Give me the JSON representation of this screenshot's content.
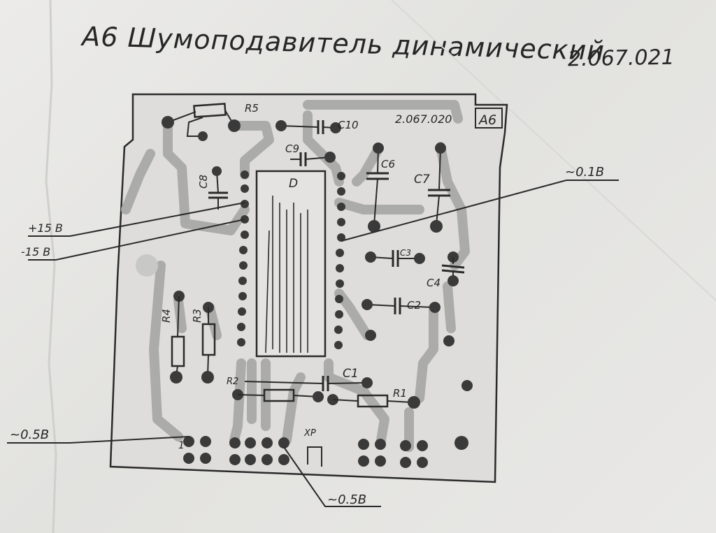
{
  "title": {
    "text": "А6  Шумоподавитель динамический",
    "code": "2.067.021"
  },
  "board": {
    "code": "2.067.020",
    "tag": "А6",
    "chip": "D",
    "connector": "XP",
    "pin1": "1"
  },
  "components": {
    "R1": "R1",
    "R2": "R2",
    "R3": "R3",
    "R4": "R4",
    "R5": "R5",
    "C1": "C1",
    "C2": "C2",
    "C3": "C3",
    "C4": "C4",
    "C6": "C6",
    "C7": "C7",
    "C8": "C8",
    "C9": "C9",
    "C10": "C10"
  },
  "callouts": {
    "plus15": "+15 В",
    "minus15": "-15 В",
    "tp01": "~0.1В",
    "tp05_left": "~0.5В",
    "tp05_bottom": "~0.5В"
  },
  "colors": {
    "ink": "#262626",
    "trace": "#a9a9a7",
    "pad": "#3d3d3d",
    "board": "#dcdcd9"
  }
}
